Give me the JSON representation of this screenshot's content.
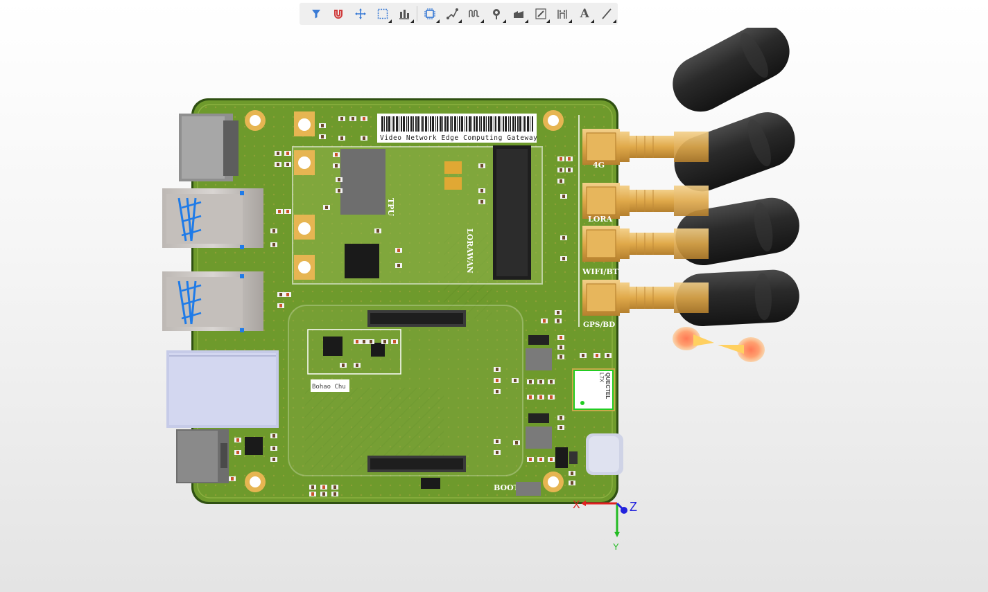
{
  "toolbar": {
    "buttons": [
      {
        "name": "filter-button",
        "icon": "filter-icon",
        "color": "#3a7bd5"
      },
      {
        "name": "snap-button",
        "icon": "magnet-icon",
        "color": "#d03a3a"
      },
      {
        "name": "move-button",
        "icon": "move-icon",
        "color": "#3a7bd5"
      },
      {
        "name": "select-button",
        "icon": "rect-select-icon",
        "color": "#3a7bd5"
      },
      {
        "name": "align-button",
        "icon": "align-icon",
        "color": "#555555"
      },
      {
        "name": "component-button",
        "icon": "chip-icon",
        "color": "#3a7bd5"
      },
      {
        "name": "route-button",
        "icon": "route-icon",
        "color": "#555555"
      },
      {
        "name": "tune-button",
        "icon": "meander-icon",
        "color": "#555555"
      },
      {
        "name": "via-button",
        "icon": "via-icon",
        "color": "#555555"
      },
      {
        "name": "polygon-button",
        "icon": "polygon-icon",
        "color": "#555555"
      },
      {
        "name": "dimension-button",
        "icon": "dimension-icon",
        "color": "#555555"
      },
      {
        "name": "measure-button",
        "icon": "measure-icon",
        "color": "#555555"
      },
      {
        "name": "text-button",
        "icon": "text-icon",
        "color": "#555555"
      },
      {
        "name": "line-button",
        "icon": "line-icon",
        "color": "#555555"
      }
    ],
    "text_glyph": "A"
  },
  "board": {
    "barcode_text": "Video Network Edge Computing Gateway",
    "label_tpu": "TPU",
    "label_lorawan": "LORAWAN",
    "label_4g": "4G",
    "label_lora": "LORA",
    "label_wifi": "WIFI/BT",
    "label_gps": "GPS/BD",
    "label_boot": "BOOT",
    "author_tag": "Bohao Chu",
    "gps_module_brand": "QUECTEL",
    "gps_module_model": "L7X",
    "colors": {
      "pcb_green": "#6e9a2c",
      "pcb_dark": "#476d1b",
      "gold": "#e6b552",
      "silk": "#ffffff"
    }
  },
  "axes": {
    "x_label": "X",
    "y_label": "Y",
    "z_label": "Z",
    "x_color": "#e02020",
    "y_color": "#22bb22",
    "z_color": "#2222dd"
  }
}
